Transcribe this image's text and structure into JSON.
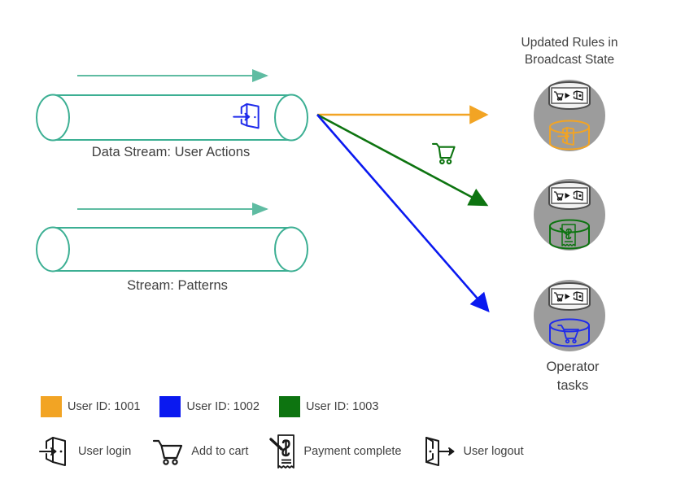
{
  "diagram": {
    "title_broadcast": "Updated Rules in\nBroadcast State",
    "streams": [
      {
        "name": "stream-user-actions",
        "label": "Data Stream: User Actions",
        "flow_icon": "user-login-icon",
        "flow_icon_color": "#1F2BEB"
      },
      {
        "name": "stream-patterns",
        "label": "Stream: Patterns",
        "flow_icon": null,
        "flow_icon_color": null
      }
    ],
    "stream_color": "#3CAF93",
    "arrows": [
      {
        "name": "arrow-user-1001",
        "color": "#F2A424",
        "target": "operator-task-1",
        "label_icon": null
      },
      {
        "name": "arrow-user-1003",
        "color": "#0D7410",
        "target": "operator-task-2",
        "label_icon": "shopping-cart-icon"
      },
      {
        "name": "arrow-user-1002",
        "color": "#0A19F0",
        "target": "operator-task-3",
        "label_icon": null
      }
    ],
    "operator_tasks": [
      {
        "name": "operator-task-1",
        "circle_color": "#9C9C9C",
        "rule_icon": "cart-to-door-database-icon",
        "state_icon": "user-login-database-icon",
        "state_color": "#F2A424"
      },
      {
        "name": "operator-task-2",
        "circle_color": "#9C9C9C",
        "rule_icon": "cart-to-door-database-icon",
        "state_icon": "payment-receipt-database-icon",
        "state_color": "#0D7410"
      },
      {
        "name": "operator-task-3",
        "circle_color": "#9C9C9C",
        "rule_icon": "cart-to-door-database-icon",
        "state_icon": "shopping-cart-database-icon",
        "state_color": "#1F2BEB"
      }
    ],
    "operator_label": "Operator\ntasks"
  },
  "legend": {
    "colors": [
      {
        "label": "User ID: 1001",
        "color": "#F2A424",
        "name": "legend-user-1001"
      },
      {
        "label": "User ID: 1002",
        "color": "#0A19F0",
        "name": "legend-user-1002"
      },
      {
        "label": "User ID: 1003",
        "color": "#0D7410",
        "name": "legend-user-1003"
      }
    ],
    "icons": [
      {
        "label": "User login",
        "icon": "user-login-icon",
        "name": "legend-user-login"
      },
      {
        "label": "Add to cart",
        "icon": "shopping-cart-icon",
        "name": "legend-add-to-cart"
      },
      {
        "label": "Payment complete",
        "icon": "payment-receipt-icon",
        "name": "legend-payment-complete"
      },
      {
        "label": "User logout",
        "icon": "user-logout-icon",
        "name": "legend-user-logout"
      }
    ]
  },
  "colors": {
    "text": "#404040",
    "stream": "#3CAF93",
    "stream_arrow": "#5FBCA2",
    "circle_grey": "#9C9C9C",
    "icon_dark": "#1A1A1A",
    "orange": "#F2A424",
    "blue": "#0A19F0",
    "blue_icon": "#1F2BEB",
    "green": "#0D7410"
  }
}
